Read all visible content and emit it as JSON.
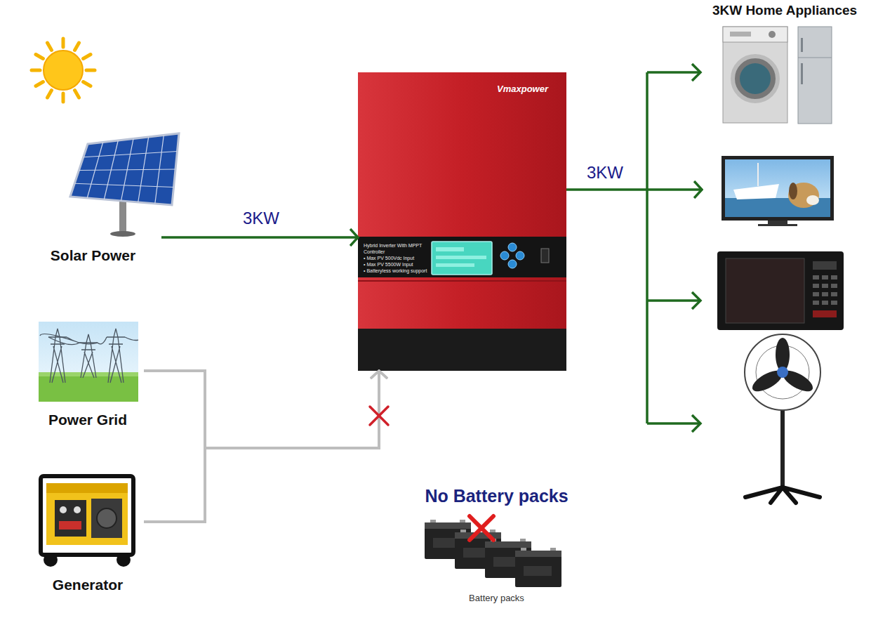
{
  "diagram": {
    "nodes": [
      {
        "text": [
          "Solar Power"
        ]
      },
      {
        "text": [
          "Vmaxpower",
          "Hybrid Inverter With MPPT Controller",
          "• Max PV 500Vdc Input",
          "• Max PV 5500W Input",
          "• Batteryless working support"
        ]
      },
      {
        "text": [
          "3KW Home Appliances"
        ]
      },
      {
        "text": [
          "Power Grid"
        ]
      },
      {
        "text": [
          "Generator"
        ]
      },
      {
        "text": [
          "No Battery packs",
          "Battery packs"
        ]
      }
    ],
    "edges": [
      {
        "from": 0,
        "to": 1,
        "label": "3KW",
        "arrow": "to"
      },
      {
        "from": 1,
        "to": 2,
        "label": "3KW",
        "arrow": "to"
      },
      {
        "from": 3,
        "to": 1,
        "arrow": "to"
      },
      {
        "from": 4,
        "to": 1,
        "arrow": "to"
      }
    ]
  }
}
